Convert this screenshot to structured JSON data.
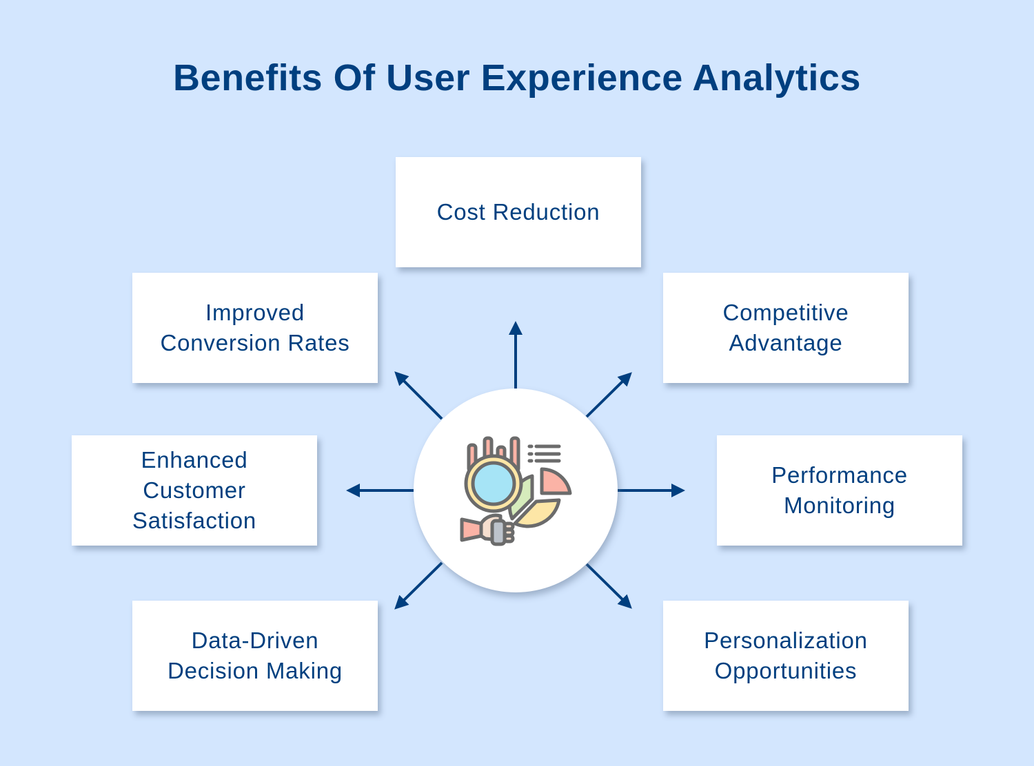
{
  "title": "Benefits Of User Experience Analytics",
  "colors": {
    "background": "#d3e6fe",
    "accent": "#003f7f",
    "card": "#ffffff"
  },
  "hub": {
    "icon": "data-analytics-magnifier-icon"
  },
  "benefits": [
    {
      "id": "top",
      "label": "Cost Reduction",
      "direction": "up"
    },
    {
      "id": "upper-right",
      "label": "Competitive\nAdvantage",
      "direction": "up-right"
    },
    {
      "id": "right",
      "label": "Performance\nMonitoring",
      "direction": "right"
    },
    {
      "id": "lower-right",
      "label": "Personalization\nOpportunities",
      "direction": "down-right"
    },
    {
      "id": "lower-left",
      "label": "Data-Driven\nDecision Making",
      "direction": "down-left"
    },
    {
      "id": "left",
      "label": "Enhanced\nCustomer\nSatisfaction",
      "direction": "left"
    },
    {
      "id": "upper-left",
      "label": "Improved\nConversion Rates",
      "direction": "up-left"
    }
  ]
}
